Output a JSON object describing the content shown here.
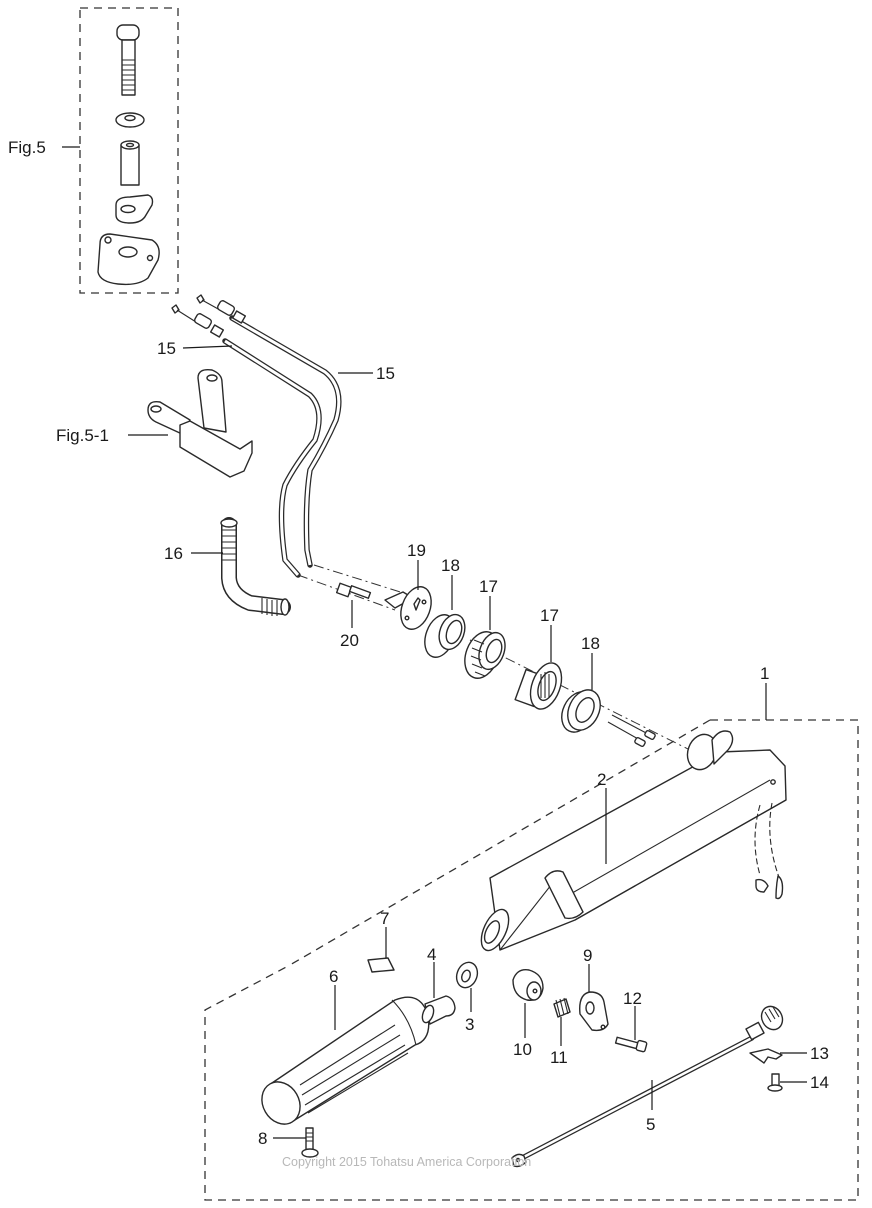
{
  "diagram": {
    "title": "Tiller handle exploded parts diagram",
    "references": [
      {
        "id": "fig5",
        "label": "Fig.5"
      },
      {
        "id": "fig5-1",
        "label": "Fig.5-1"
      }
    ],
    "callouts": {
      "p1": "1",
      "p2": "2",
      "p3": "3",
      "p4": "4",
      "p5": "5",
      "p6": "6",
      "p7": "7",
      "p8": "8",
      "p9": "9",
      "p10": "10",
      "p11": "11",
      "p12": "12",
      "p13": "13",
      "p14": "14",
      "p15a": "15",
      "p15b": "15",
      "p16": "16",
      "p17a": "17",
      "p17b": "17",
      "p18a": "18",
      "p18b": "18",
      "p19": "19",
      "p20": "20"
    },
    "copyright": "Copyright 2015 Tohatsu America Corporation"
  }
}
